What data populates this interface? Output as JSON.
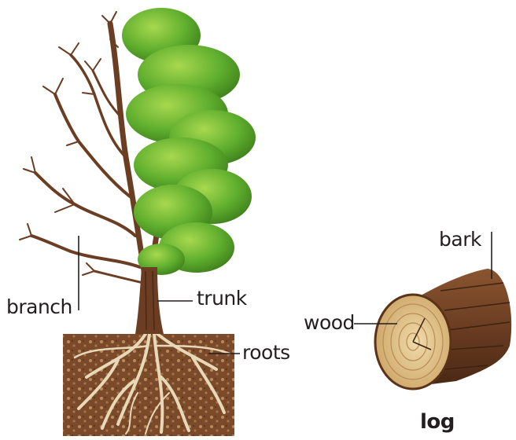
{
  "labels": {
    "branch": "branch",
    "trunk": "trunk",
    "roots": "roots",
    "wood": "wood",
    "bark": "bark",
    "log": "log"
  },
  "colors": {
    "text": "#231f20",
    "leaf": "#5fae2e",
    "leaf_light": "#9fd24d",
    "bark": "#6b3d22",
    "soil": "#7a4a2a",
    "root": "#e7d9b8",
    "wood": "#e2c792"
  }
}
